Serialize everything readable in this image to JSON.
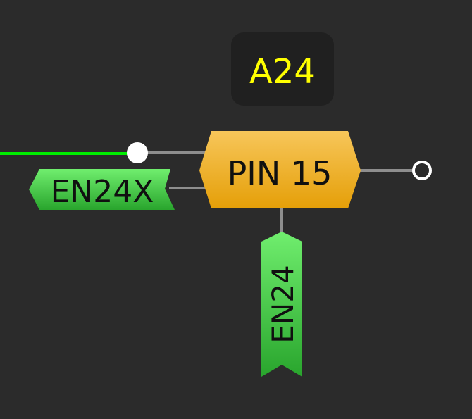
{
  "node": {
    "id_label": "A24",
    "title": "PIN 15"
  },
  "tags": {
    "left": "EN24X",
    "bottom": "EN24"
  },
  "colors": {
    "background": "#2b2b2b",
    "id_box": "#202020",
    "id_text": "#ffff00",
    "node_fill_top": "#f7c65a",
    "node_fill_bottom": "#e59f08",
    "tag_fill_top": "#70ee6e",
    "tag_fill_bottom": "#29a52d",
    "active_wire": "#00ee00",
    "wire": "#8e8e8e"
  }
}
